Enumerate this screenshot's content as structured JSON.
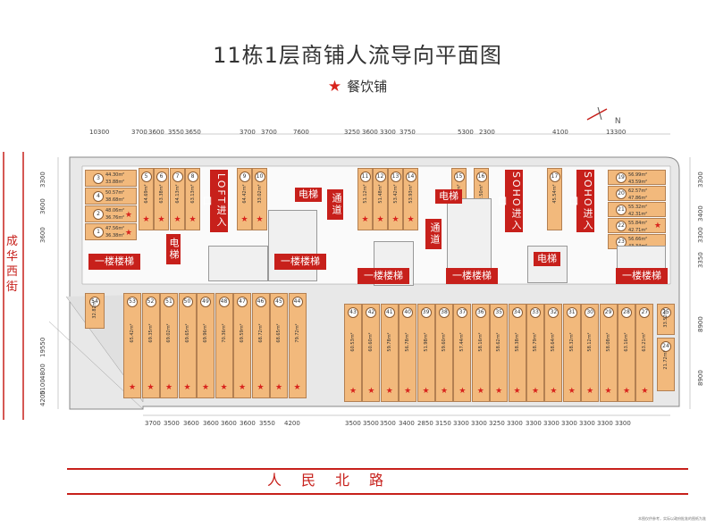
{
  "title": "11栋1层商铺人流导向平面图",
  "legend": {
    "star": "★",
    "label": "餐饮铺"
  },
  "road_label": "人民北路",
  "west_street": [
    "成",
    "华",
    "西",
    "街"
  ],
  "compass": "N",
  "dims_top": [
    "10300",
    "3700",
    "3600",
    "3550",
    "3650",
    "3700",
    "3700",
    "7600",
    "3250",
    "3600",
    "3300",
    "3750",
    "5300",
    "2300",
    "4100",
    "13300"
  ],
  "dims_bottom": [
    "3700",
    "3500",
    "3600",
    "3600",
    "3600",
    "3600",
    "3550",
    "4200",
    "3500",
    "3500",
    "3500",
    "3400",
    "2850",
    "3150",
    "3300",
    "3300",
    "3250",
    "3300",
    "3300",
    "3300",
    "3300",
    "3300",
    "3300",
    "3300"
  ],
  "dims_left": [
    "3300",
    "3600",
    "3600",
    "19550",
    "4800",
    "5100",
    "4200"
  ],
  "dims_right": [
    "3300",
    "3400",
    "3300",
    "3350",
    "8900",
    "8900"
  ],
  "labels": {
    "stair": "一楼楼梯",
    "elevator": "电梯",
    "loft": "LOFT进入口",
    "soho": "SOHO进入口",
    "passage": "通道"
  },
  "top_left_shops": [
    {
      "num": "3",
      "area1": "44.30m²",
      "area2": "33.88m²"
    },
    {
      "num": "4",
      "area1": "50.57m²",
      "area2": "38.68m²"
    },
    {
      "num": "2",
      "area1": "48.06m²",
      "area2": "36.76m²"
    },
    {
      "num": "1",
      "area1": "47.56m²",
      "area2": "36.38m²"
    }
  ],
  "top_row_shops": [
    {
      "num": "5",
      "area": "64.69m²"
    },
    {
      "num": "6",
      "area": "63.38m²"
    },
    {
      "num": "7",
      "area": "64.13m²"
    },
    {
      "num": "8",
      "area": "63.13m²"
    },
    {
      "num": "9",
      "area": "64.42m²"
    },
    {
      "num": "10",
      "area": "33.02m²"
    },
    {
      "num": "11",
      "area": "51.12m²"
    },
    {
      "num": "12",
      "area": "51.48m²"
    },
    {
      "num": "13",
      "area": "53.42m²"
    },
    {
      "num": "14",
      "area": "53.93m²"
    },
    {
      "num": "15",
      "area": "22.96m²"
    },
    {
      "num": "16",
      "area": "42.50m²"
    },
    {
      "num": "17",
      "area": "45.54m²"
    }
  ],
  "top_right_shops": [
    {
      "num": "19",
      "area1": "56.99m²",
      "area2": "43.59m²"
    },
    {
      "num": "20",
      "area1": "62.57m²",
      "area2": "47.86m²"
    },
    {
      "num": "21",
      "area1": "55.32m²",
      "area2": "42.31m²"
    },
    {
      "num": "22",
      "area1": "55.84m²",
      "area2": "42.71m²"
    },
    {
      "num": "23",
      "area1": "56.66m²",
      "area2": "43.34m²"
    }
  ],
  "bottom_left_shops": [
    {
      "num": "53",
      "area": "65.42m²"
    },
    {
      "num": "52",
      "area": "69.35m²"
    },
    {
      "num": "51",
      "area": "69.02m²"
    },
    {
      "num": "50",
      "area": "69.65m²"
    },
    {
      "num": "49",
      "area": "69.96m²"
    },
    {
      "num": "48",
      "area": "70.36m²"
    },
    {
      "num": "47",
      "area": "69.59m²"
    },
    {
      "num": "46",
      "area": "68.72m²"
    },
    {
      "num": "45",
      "area": "68.65m²"
    },
    {
      "num": "44",
      "area": "79.72m²"
    }
  ],
  "bottom_right_shops": [
    {
      "num": "43",
      "area": "60.53m²"
    },
    {
      "num": "42",
      "area": "60.60m²"
    },
    {
      "num": "41",
      "area": "59.78m²"
    },
    {
      "num": "40",
      "area": "56.78m²"
    },
    {
      "num": "39",
      "area": "51.98m²"
    },
    {
      "num": "38",
      "area": "59.60m²"
    },
    {
      "num": "37",
      "area": "57.44m²"
    },
    {
      "num": "36",
      "area": "58.16m²"
    },
    {
      "num": "35",
      "area": "58.62m²"
    },
    {
      "num": "34",
      "area": "58.38m²"
    },
    {
      "num": "33",
      "area": "58.79m²"
    },
    {
      "num": "32",
      "area": "58.64m²"
    },
    {
      "num": "31",
      "area": "58.32m²"
    },
    {
      "num": "30",
      "area": "58.12m²"
    },
    {
      "num": "29",
      "area": "58.08m²"
    },
    {
      "num": "28",
      "area": "63.16m²"
    },
    {
      "num": "27",
      "area": "63.21m²"
    }
  ],
  "corner_shops": [
    {
      "num": "25",
      "area": "33.52m²"
    },
    {
      "num": "24",
      "area": "21.72m²"
    },
    {
      "num": "54",
      "area": "32.82m²"
    }
  ],
  "footnote": "本图仅供参考，实际以政府批准的图纸为准"
}
